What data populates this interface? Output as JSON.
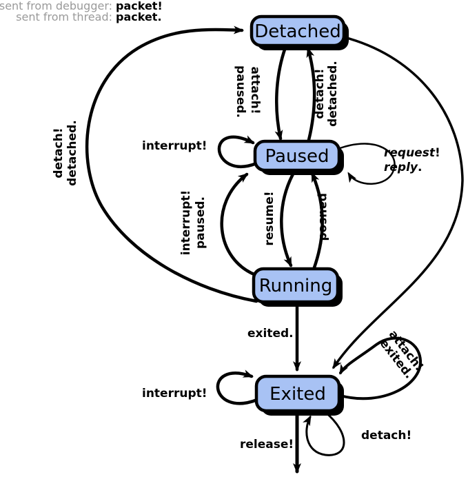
{
  "legend": {
    "line1_label": "sent from debugger:",
    "line1_value": "packet!",
    "line2_label": "sent from thread:",
    "line2_value": "packet."
  },
  "states": {
    "detached": "Detached",
    "paused": "Paused",
    "running": "Running",
    "exited": "Exited"
  },
  "labels": {
    "attach": "attach!",
    "attach_reply": "paused.",
    "detach": "detach!",
    "detach_reply": "detached.",
    "interrupt_paused": "interrupt!",
    "request_word": "request",
    "request_punct": "!",
    "reply_word": "reply",
    "reply_punct": ".",
    "interrupt_running": "interrupt!",
    "interrupt_running_reply": "paused.",
    "resume": "resume!",
    "paused_notification": "paused.",
    "detach_running": "detach!",
    "detach_running_reply": "detached.",
    "exited_notification": "exited.",
    "attach_exited": "attach!",
    "attach_exited_reply": "exited.",
    "interrupt_exited": "interrupt!",
    "detach_exited": "detach!",
    "release": "release!"
  },
  "colors": {
    "node_fill": "#a8c2f4",
    "node_border": "#000000",
    "shadow": "#000000",
    "arrow": "#000000",
    "legend_muted": "#9a9a9a"
  }
}
